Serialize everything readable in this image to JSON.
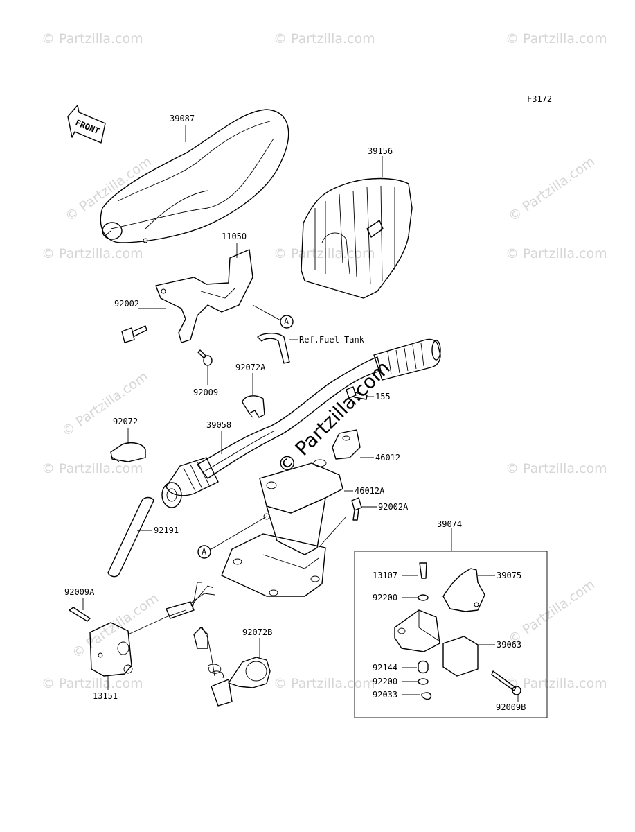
{
  "figure_code": "F3172",
  "front_label": "FRONT",
  "ref_note": "Ref.Fuel Tank",
  "circle_ref": "A",
  "watermark": "© Partzilla.com",
  "parts": {
    "p39087": "39087",
    "p39156": "39156",
    "p11050": "11050",
    "p92002": "92002",
    "p92009": "92009",
    "p92072A": "92072A",
    "p155": "155",
    "p92072": "92072",
    "p39058": "39058",
    "p46012": "46012",
    "p46012A": "46012A",
    "p92002A": "92002A",
    "p92191": "92191",
    "p39074": "39074",
    "p13107": "13107",
    "p39075": "39075",
    "p92200a": "92200",
    "p39063": "39063",
    "p92144": "92144",
    "p92200b": "92200",
    "p92033": "92033",
    "p92009B": "92009B",
    "p92009A": "92009A",
    "p13151": "13151",
    "p92072B": "92072B"
  }
}
